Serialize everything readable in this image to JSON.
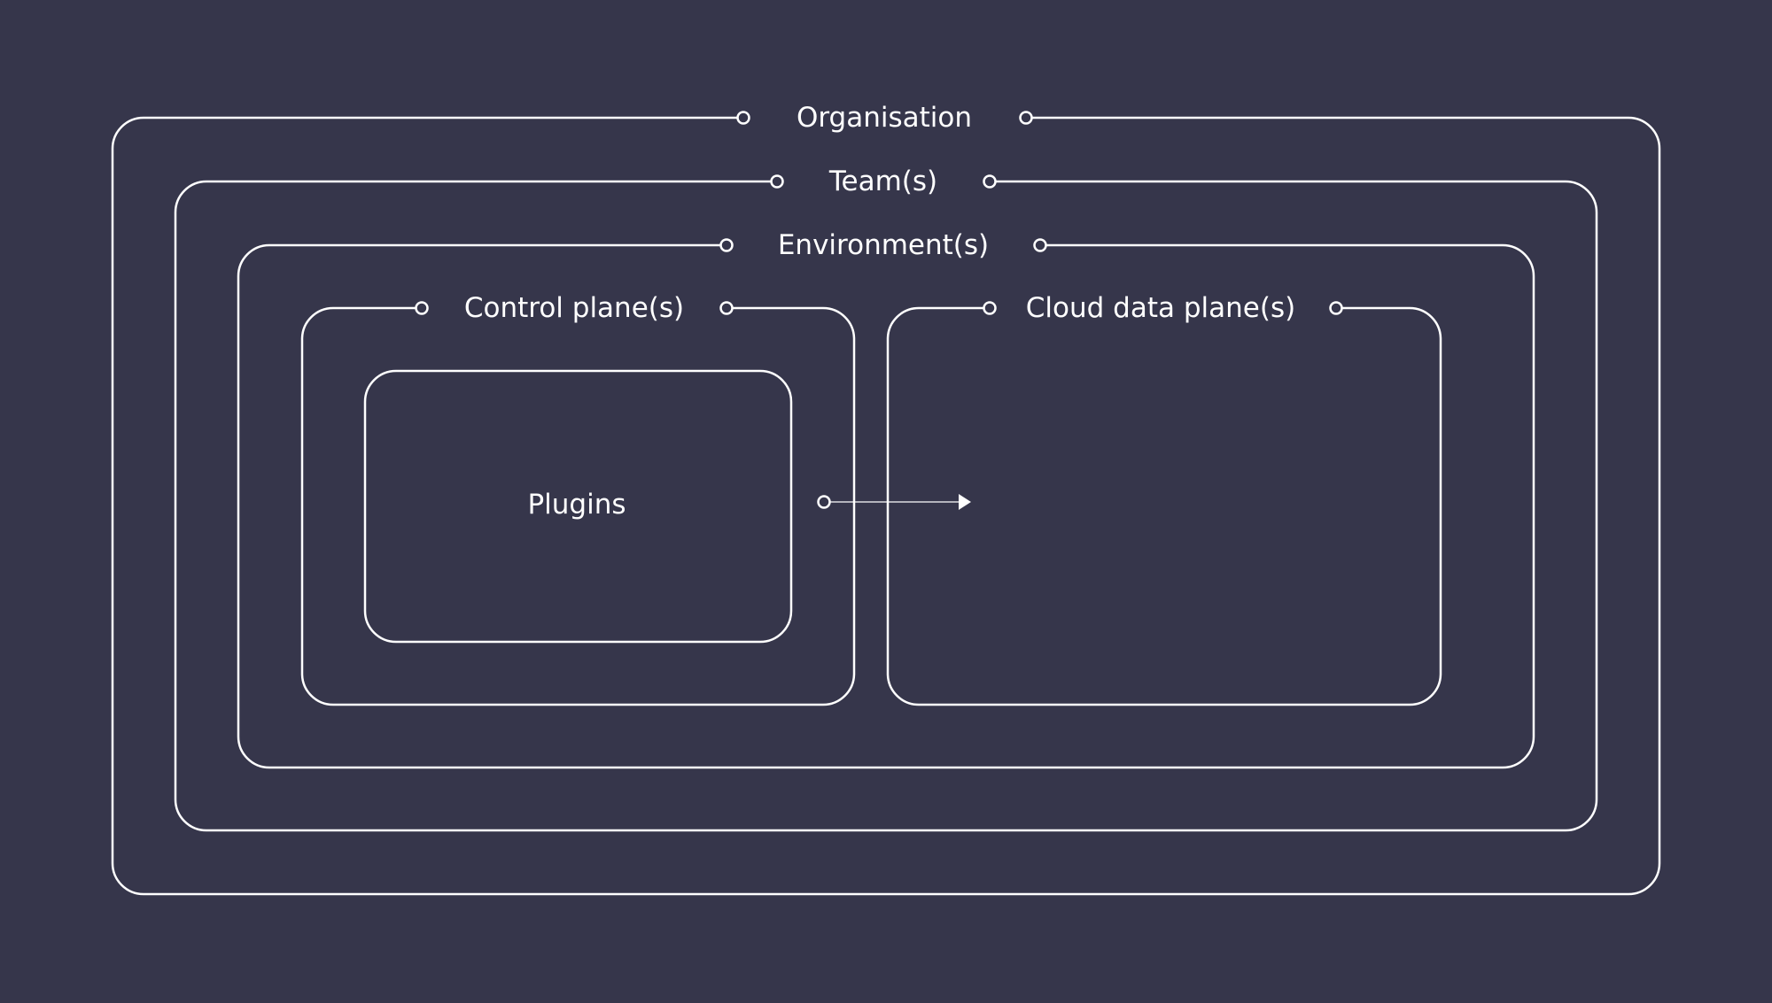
{
  "diagram": {
    "organisation": "Organisation",
    "teams": "Team(s)",
    "environments": "Environment(s)",
    "control_planes": "Control plane(s)",
    "cloud_data_planes": "Cloud data plane(s)",
    "plugins": "Plugins"
  },
  "colors": {
    "background": "#36364b",
    "stroke": "#ffffff",
    "text": "#ffffff"
  }
}
